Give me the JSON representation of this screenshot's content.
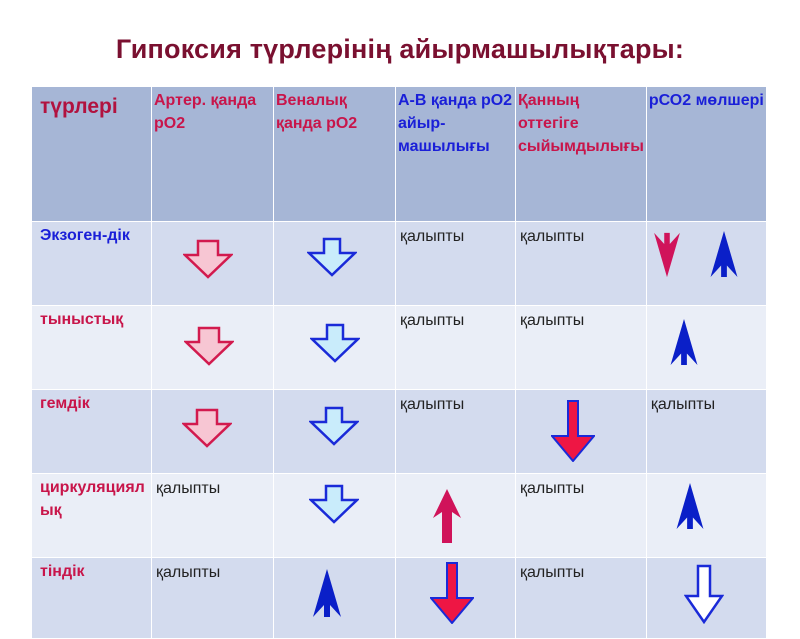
{
  "title": "Гипоксия түрлерінің айырмашылықтары:",
  "headers": {
    "types": "түрлері",
    "arterial": "Артер. қанда рО2",
    "venous": "Веналық қанда рО2",
    "av_diff": "А-В қанда рО2 айыр-машылығы",
    "o2_capacity": "Қанның оттегіге сыйымдылығы",
    "pco2": "рСО2 мөлшері"
  },
  "rows": [
    {
      "label": "Экзоген-дік",
      "av_diff": "қалыпты",
      "o2_capacity": "қалыпты"
    },
    {
      "label": "тыныстық",
      "av_diff": "қалыпты",
      "o2_capacity": "қалыпты"
    },
    {
      "label": "гемдік",
      "av_diff": "қалыпты",
      "pco2": "қалыпты"
    },
    {
      "label": "циркуляциялық",
      "arterial": "қалыпты",
      "o2_capacity": "қалыпты"
    },
    {
      "label": "тіндік",
      "arterial": "қалыпты",
      "o2_capacity": "қалыпты"
    }
  ],
  "colors": {
    "title": "#7a1030",
    "red": "#c8154a",
    "blue": "#1a1fd8",
    "header_bg": "#a6b6d6",
    "row_odd": "#d3dbee",
    "row_even": "#eaeef7"
  }
}
